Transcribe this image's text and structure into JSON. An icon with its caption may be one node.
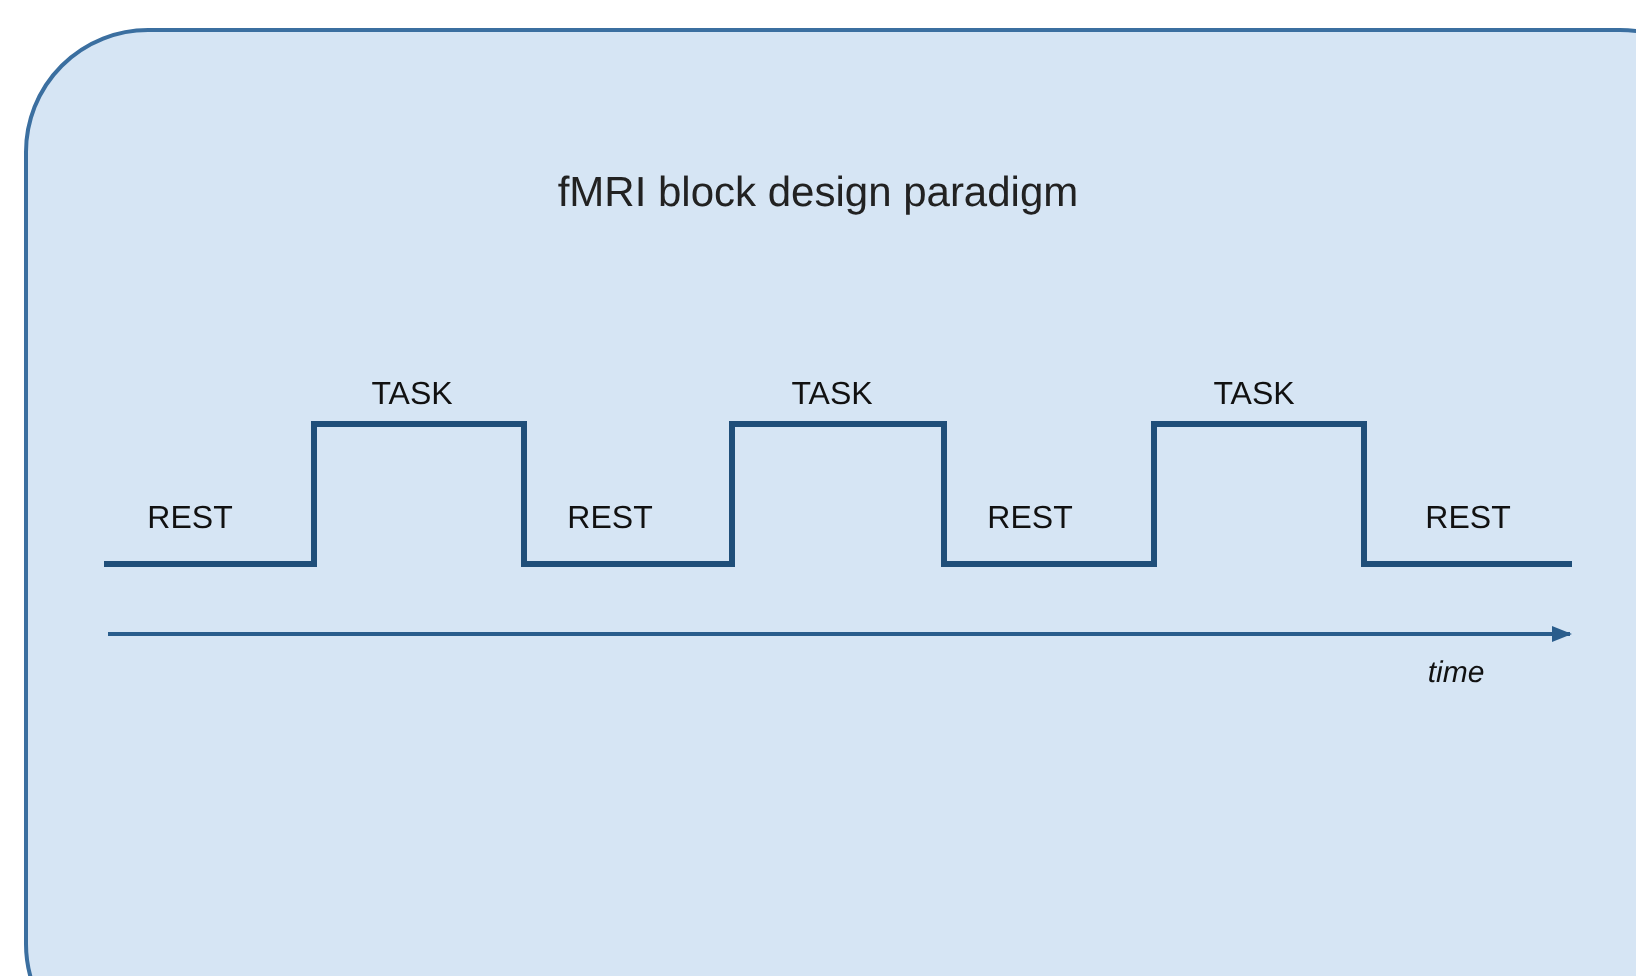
{
  "diagram": {
    "title": "fMRI block design paradigm",
    "labels": [
      "TASK",
      "TASK",
      "TASK",
      "REST",
      "REST",
      "REST",
      "REST",
      "time"
    ]
  }
}
